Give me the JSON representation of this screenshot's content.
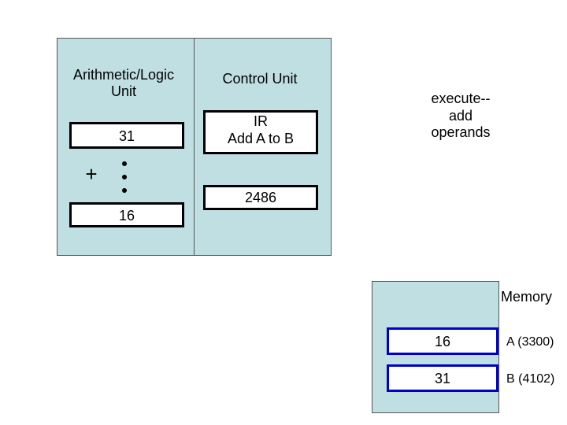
{
  "cpu": {
    "alu": {
      "title_line1": "Arithmetic/Logic",
      "title_line2": "Unit",
      "register_top": "31",
      "operator": "+",
      "register_bottom": "16"
    },
    "control_unit": {
      "title": "Control Unit",
      "ir_label": "IR",
      "ir_value": "Add A to B",
      "pc_value": "2486"
    }
  },
  "phase": {
    "line1": "execute--",
    "line2": "add",
    "line3": "operands"
  },
  "memory": {
    "title": "Memory",
    "cells": [
      {
        "value": "16",
        "address": "A (3300)"
      },
      {
        "value": "31",
        "address": "B (4102)"
      }
    ]
  },
  "colors": {
    "panel": "#bfdfe3",
    "cell_border": "#0000cc"
  }
}
